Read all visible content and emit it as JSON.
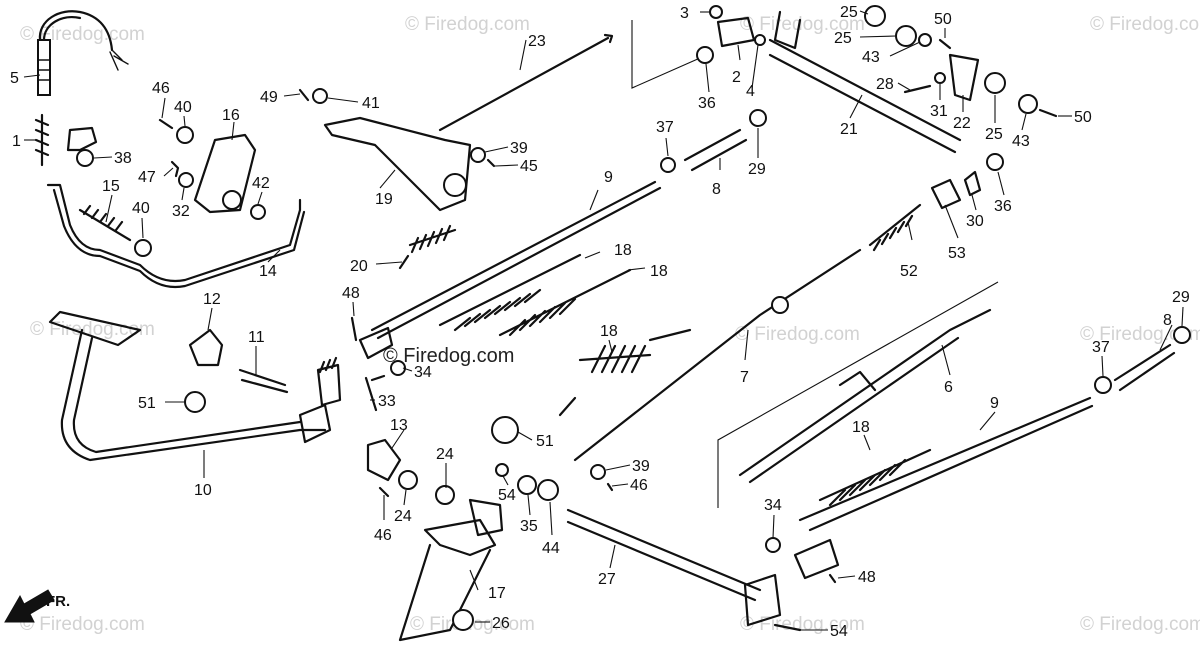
{
  "watermark": {
    "text": "© Firedog.com",
    "overlay_text": "© Firedog.com"
  },
  "front_indicator": {
    "label": "FR.",
    "icon": "front-direction-arrow-icon"
  },
  "callouts": [
    "1",
    "2",
    "3",
    "4",
    "5",
    "6",
    "7",
    "8",
    "8",
    "9",
    "9",
    "10",
    "11",
    "12",
    "13",
    "14",
    "15",
    "16",
    "17",
    "18",
    "18",
    "18",
    "18",
    "19",
    "20",
    "21",
    "22",
    "23",
    "24",
    "24",
    "25",
    "25",
    "25",
    "26",
    "27",
    "28",
    "29",
    "29",
    "30",
    "31",
    "32",
    "33",
    "34",
    "34",
    "35",
    "36",
    "36",
    "37",
    "37",
    "38",
    "39",
    "39",
    "40",
    "40",
    "41",
    "42",
    "43",
    "43",
    "44",
    "45",
    "46",
    "46",
    "46",
    "47",
    "48",
    "48",
    "49",
    "50",
    "50",
    "51",
    "51",
    "52",
    "53",
    "54",
    "54"
  ]
}
